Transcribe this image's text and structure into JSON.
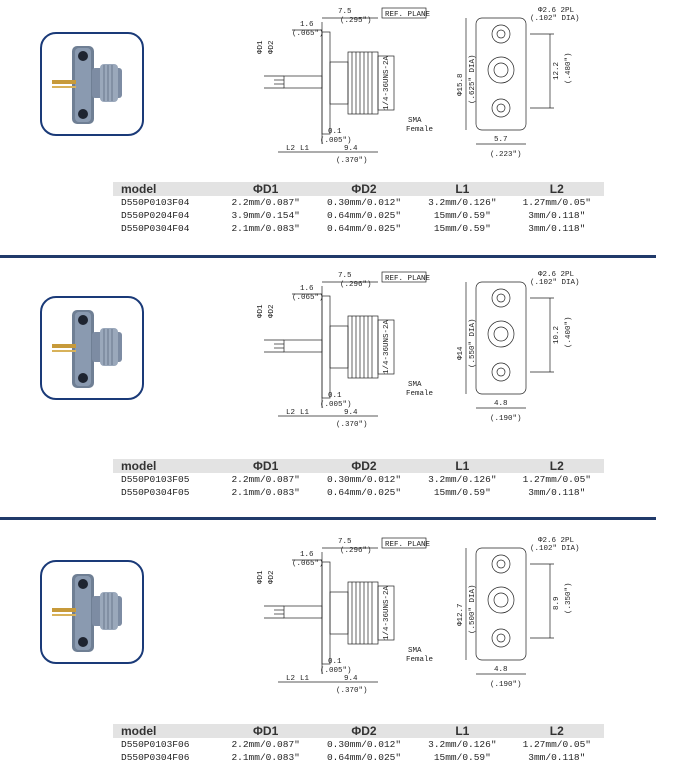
{
  "columns": [
    "model",
    "ΦD1",
    "ΦD2",
    "L1",
    "L2"
  ],
  "sections": [
    {
      "rows": [
        [
          "D550P0103F04",
          "2.2mm/0.087\"",
          "0.30mm/0.012\"",
          "3.2mm/0.126\"",
          "1.27mm/0.05\""
        ],
        [
          "D550P0204F04",
          "3.9mm/0.154\"",
          "0.64mm/0.025\"",
          "15mm/0.59\"",
          "3mm/0.118\""
        ],
        [
          "D550P0304F04",
          "2.1mm/0.083\"",
          "0.64mm/0.025\"",
          "15mm/0.59\"",
          "3mm/0.118\""
        ]
      ],
      "dims": {
        "body_w": "7.5",
        "body_w_in": "(.295\")",
        "flange_t": "1.6",
        "flange_t_in": "(.065\")",
        "ref": "REF. PLANE",
        "thread": "1/4-36UNS-2A",
        "gap": "0.1",
        "gap_in": "(.005\")",
        "len": "9.4",
        "len_in": "(.370\")",
        "hole": "Φ2.6 2PL",
        "hole_in": "(.102\" DIA)",
        "flange_dia": "Φ15.8",
        "flange_dia_in": "(.625\" DIA)",
        "pitch": "12.2",
        "pitch_in": "(.480\")",
        "width": "5.7",
        "width_in": "(.223\")",
        "sma": "SMA",
        "female": "Female"
      }
    },
    {
      "rows": [
        [
          "D550P0103F05",
          "2.2mm/0.087\"",
          "0.30mm/0.012\"",
          "3.2mm/0.126\"",
          "1.27mm/0.05\""
        ],
        [
          "D550P0304F05",
          "2.1mm/0.083\"",
          "0.64mm/0.025\"",
          "15mm/0.59\"",
          "3mm/0.118\""
        ]
      ],
      "dims": {
        "body_w": "7.5",
        "body_w_in": "(.296\")",
        "flange_t": "1.6",
        "flange_t_in": "(.065\")",
        "ref": "REF. PLANE",
        "thread": "1/4-36UNS-2A",
        "gap": "0.1",
        "gap_in": "(.005\")",
        "len": "9.4",
        "len_in": "(.370\")",
        "hole": "Φ2.6 2PL",
        "hole_in": "(.102\" DIA)",
        "flange_dia": "Φ14",
        "flange_dia_in": "(.550\" DIA)",
        "pitch": "10.2",
        "pitch_in": "(.400\")",
        "width": "4.8",
        "width_in": "(.190\")",
        "sma": "SMA",
        "female": "Female"
      }
    },
    {
      "rows": [
        [
          "D550P0103F06",
          "2.2mm/0.087\"",
          "0.30mm/0.012\"",
          "3.2mm/0.126\"",
          "1.27mm/0.05\""
        ],
        [
          "D550P0304F06",
          "2.1mm/0.083\"",
          "0.64mm/0.025\"",
          "15mm/0.59\"",
          "3mm/0.118\""
        ]
      ],
      "dims": {
        "body_w": "7.5",
        "body_w_in": "(.296\")",
        "flange_t": "1.6",
        "flange_t_in": "(.065\")",
        "ref": "REF. PLANE",
        "thread": "1/4-36UNS-2A",
        "gap": "0.1",
        "gap_in": "(.005\")",
        "len": "9.4",
        "len_in": "(.370\")",
        "hole": "Φ2.6 2PL",
        "hole_in": "(.102\" DIA)",
        "flange_dia": "Φ12.7",
        "flange_dia_in": "(.500\" DIA)",
        "pitch": "8.9",
        "pitch_in": "(.350\")",
        "width": "4.8",
        "width_in": "(.190\")",
        "sma": "SMA",
        "female": "Female"
      }
    }
  ],
  "labels": {
    "d1": "ΦD1",
    "d2": "ΦD2",
    "l1": "L1",
    "l2": "L2"
  }
}
